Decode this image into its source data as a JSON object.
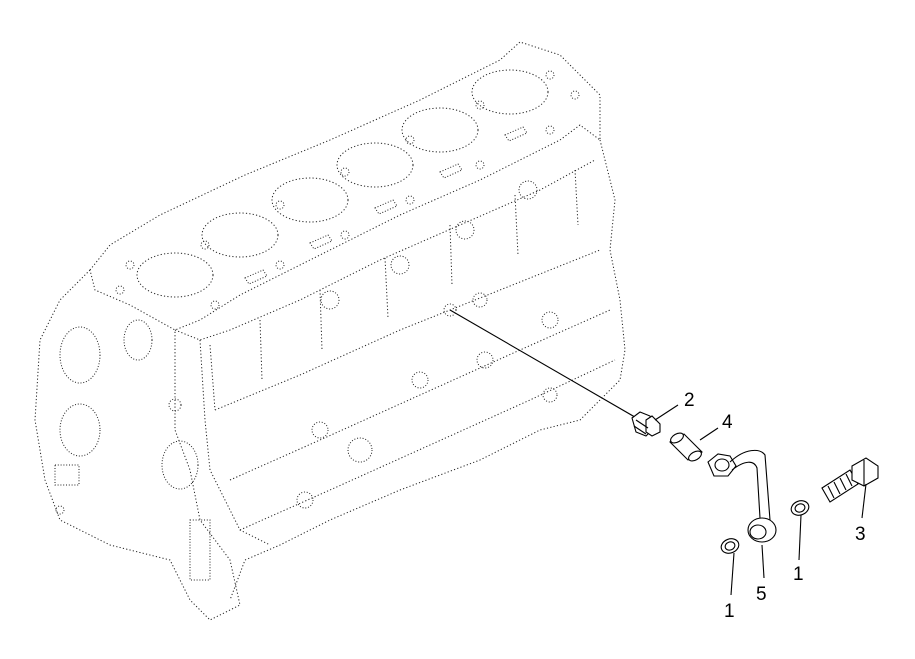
{
  "diagram": {
    "callouts": [
      {
        "id": "c1a",
        "label": "1"
      },
      {
        "id": "c1b",
        "label": "1"
      },
      {
        "id": "c2",
        "label": "2"
      },
      {
        "id": "c3",
        "label": "3"
      },
      {
        "id": "c4",
        "label": "4"
      },
      {
        "id": "c5",
        "label": "5"
      }
    ]
  }
}
